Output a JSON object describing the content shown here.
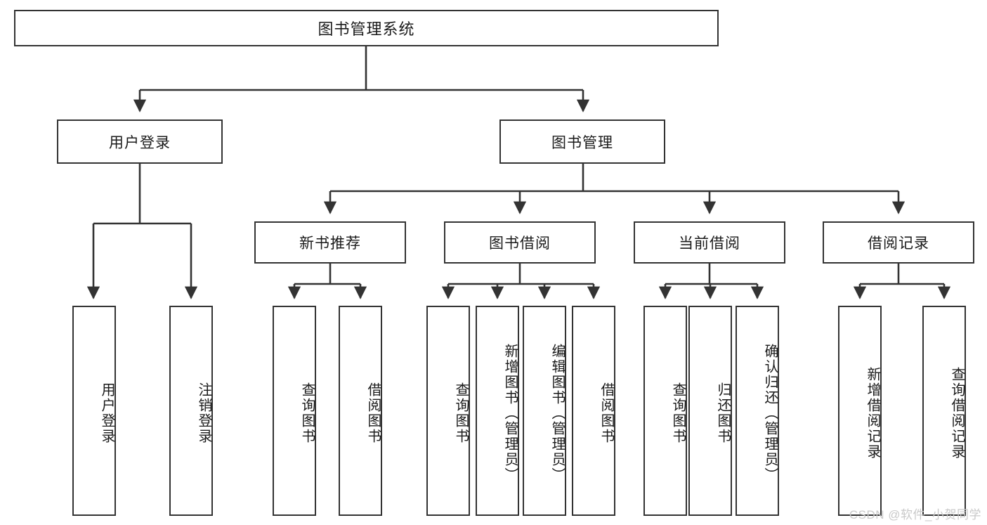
{
  "diagram": {
    "title": "图书管理系统",
    "type": "tree",
    "root": {
      "label": "图书管理系统"
    },
    "level2": [
      {
        "label": "用户登录"
      },
      {
        "label": "图书管理"
      }
    ],
    "level3": [
      {
        "label": "新书推荐"
      },
      {
        "label": "图书借阅"
      },
      {
        "label": "当前借阅"
      },
      {
        "label": "借阅记录"
      }
    ],
    "leaves_user_login": [
      {
        "label": "用户登录"
      },
      {
        "label": "注销登录"
      }
    ],
    "leaves_new_books": [
      {
        "label": "查询图书"
      },
      {
        "label": "借阅图书"
      }
    ],
    "leaves_borrow": [
      {
        "label": "查询图书"
      },
      {
        "label": "新增图书（管理员）"
      },
      {
        "label": "编辑图书（管理员）"
      },
      {
        "label": "借阅图书"
      }
    ],
    "leaves_current": [
      {
        "label": "查询图书"
      },
      {
        "label": "归还图书"
      },
      {
        "label": "确认归还（管理员）"
      }
    ],
    "leaves_records": [
      {
        "label": "新增借阅记录"
      },
      {
        "label": "查询借阅记录"
      }
    ]
  },
  "watermark": {
    "text": "CSDN @软件_小贺同学"
  },
  "colors": {
    "stroke": "#333333",
    "background": "#ffffff",
    "text": "#1a1a1a",
    "watermark": "#c9c9c9"
  }
}
